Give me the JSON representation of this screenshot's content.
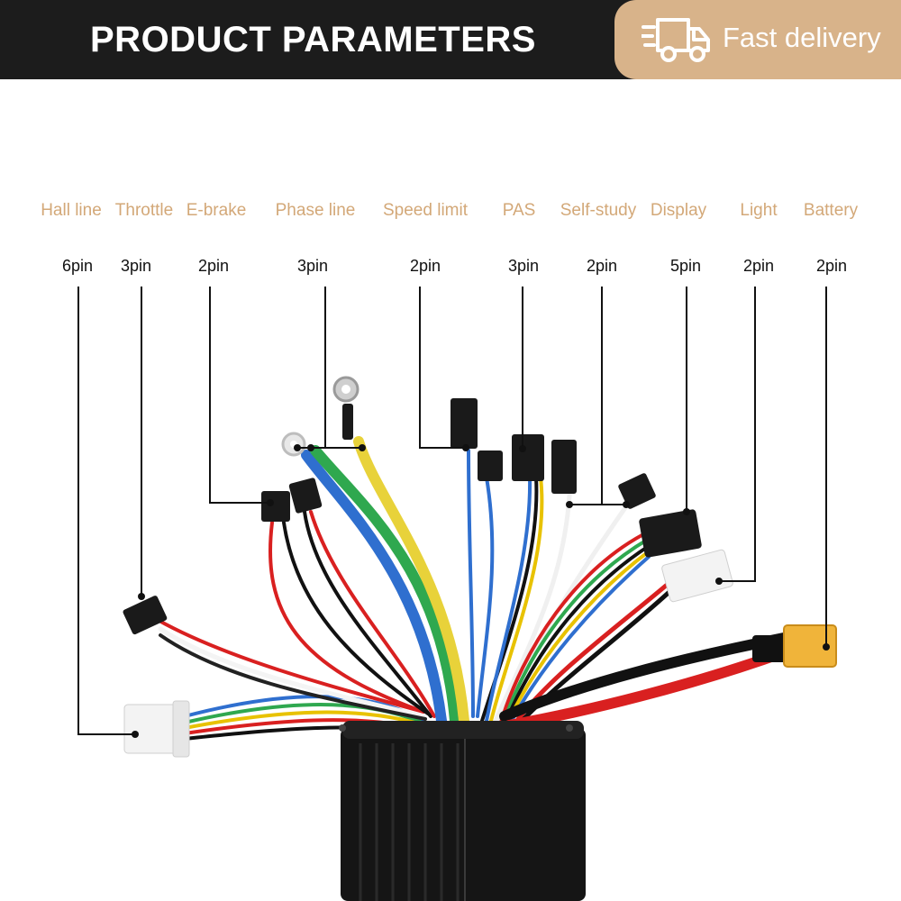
{
  "header": {
    "title": "PRODUCT PARAMETERS",
    "badge_text": "Fast delivery",
    "badge_color": "#d8b38a",
    "badge_icon": "delivery-truck-icon"
  },
  "connectors": [
    {
      "label": "Hall line",
      "pins": "6pin"
    },
    {
      "label": "Throttle",
      "pins": "3pin"
    },
    {
      "label": "E-brake",
      "pins": "2pin"
    },
    {
      "label": "Phase line",
      "pins": "3pin"
    },
    {
      "label": "Speed limit",
      "pins": "2pin"
    },
    {
      "label": "PAS",
      "pins": "3pin"
    },
    {
      "label": "Self-study",
      "pins": "2pin"
    },
    {
      "label": "Display",
      "pins": "5pin"
    },
    {
      "label": "Light",
      "pins": "2pin"
    },
    {
      "label": "Battery",
      "pins": "2pin"
    }
  ],
  "colors": {
    "label": "#d3a878",
    "header_bg": "#1c1c1c",
    "controller": "#111111"
  }
}
